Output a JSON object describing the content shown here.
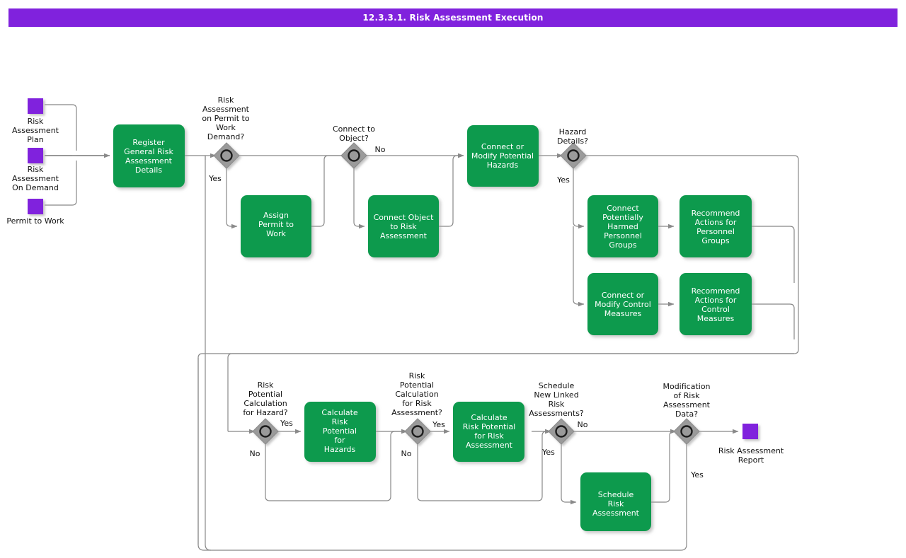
{
  "header": {
    "title": "12.3.3.1. Risk Assessment Execution"
  },
  "colors": {
    "title_bar": "#8022dd",
    "task_fill": "#0c9a4e",
    "event_fill": "#8022dd",
    "gateway_fill": "#9a9a9a",
    "connector": "#888888",
    "task_text": "#ffffff",
    "label_text": "#111111",
    "page_background": "#ffffff"
  },
  "diagram": {
    "type": "bpmn-flowchart",
    "start_events": [
      {
        "id": "ev_plan",
        "label": "Risk\nAssessment\nPlan",
        "kind": "start-event"
      },
      {
        "id": "ev_ondemand",
        "label": "Risk\nAssessment\nOn Demand",
        "kind": "start-event"
      },
      {
        "id": "ev_permit",
        "label": "Permit to Work",
        "kind": "start-event"
      }
    ],
    "end_events": [
      {
        "id": "ev_report",
        "label": "Risk Assessment\nReport",
        "kind": "end-event"
      }
    ],
    "tasks": [
      {
        "id": "t_register",
        "label": "Register\nGeneral Risk\nAssessment\nDetails"
      },
      {
        "id": "t_assign_permit",
        "label": "Assign\nPermit to\nWork"
      },
      {
        "id": "t_connect_object",
        "label": "Connect Object\nto Risk\nAssessment"
      },
      {
        "id": "t_connect_hazards",
        "label": "Connect or\nModify Potential\nHazards"
      },
      {
        "id": "t_connect_personnel",
        "label": "Connect\nPotentially\nHarmed\nPersonnel\nGroups"
      },
      {
        "id": "t_rec_personnel",
        "label": "Recommend\nActions for\nPersonnel\nGroups"
      },
      {
        "id": "t_connect_control",
        "label": "Connect or\nModify Control\nMeasures"
      },
      {
        "id": "t_rec_control",
        "label": "Recommend\nActions for\nControl\nMeasures"
      },
      {
        "id": "t_calc_hazards",
        "label": "Calculate\nRisk\nPotential\nfor\nHazards"
      },
      {
        "id": "t_calc_ra",
        "label": "Calculate\nRisk Potential\nfor Risk\nAssessment"
      },
      {
        "id": "t_schedule_ra",
        "label": "Schedule\nRisk\nAssessment"
      }
    ],
    "gateways": [
      {
        "id": "g_permit",
        "label": "Risk\nAssessment\non Permit to\nWork\nDemand?"
      },
      {
        "id": "g_object",
        "label": "Connect to\nObject?"
      },
      {
        "id": "g_hazard",
        "label": "Hazard\nDetails?"
      },
      {
        "id": "g_calc_hazard",
        "label": "Risk\nPotential\nCalculation\nfor Hazard?"
      },
      {
        "id": "g_calc_ra",
        "label": "Risk\nPotential\nCalculation\nfor Risk\nAssessment?"
      },
      {
        "id": "g_schedule",
        "label": "Schedule\nNew Linked\nRisk\nAssessments?"
      },
      {
        "id": "g_modify",
        "label": "Modification\nof Risk\nAssessment\nData?"
      }
    ],
    "flow_labels": [
      {
        "id": "f1",
        "text": "Yes",
        "from": "g_permit"
      },
      {
        "id": "f2",
        "text": "No",
        "from": "g_object"
      },
      {
        "id": "f3",
        "text": "Yes",
        "from": "g_hazard"
      },
      {
        "id": "f4",
        "text": "Yes",
        "from": "g_calc_hazard"
      },
      {
        "id": "f5",
        "text": "No",
        "from": "g_calc_hazard"
      },
      {
        "id": "f6",
        "text": "Yes",
        "from": "g_calc_ra"
      },
      {
        "id": "f7",
        "text": "No",
        "from": "g_calc_ra"
      },
      {
        "id": "f8",
        "text": "No",
        "from": "g_schedule"
      },
      {
        "id": "f9",
        "text": "Yes",
        "from": "g_schedule"
      },
      {
        "id": "f10",
        "text": "Yes",
        "from": "g_modify"
      }
    ]
  }
}
